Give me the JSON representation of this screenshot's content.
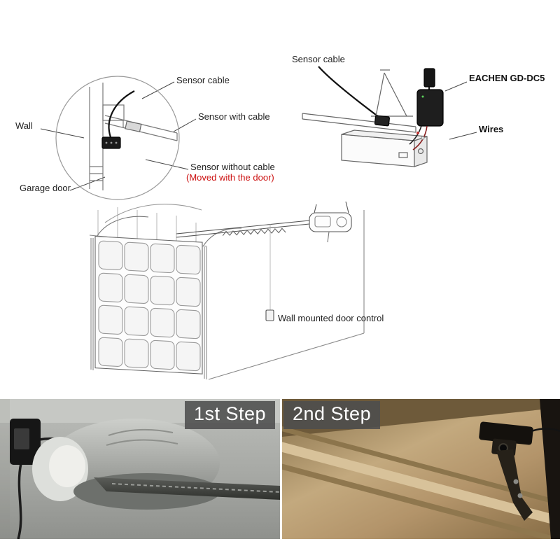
{
  "diagram": {
    "labels": {
      "sensor_cable_left": "Sensor cable",
      "sensor_cable_right": "Sensor cable",
      "device_name": "EACHEN GD-DC5",
      "wires": "Wires",
      "wall": "Wall",
      "sensor_with_cable": "Sensor with cable",
      "sensor_without_cable": "Sensor without cable",
      "moved_note": "(Moved with the door)",
      "garage_door": "Garage door",
      "wall_control": "Wall mounted door control"
    },
    "colors": {
      "line": "#5a5a5a",
      "note_red": "#cc1111",
      "device_black": "#1e1e1e"
    }
  },
  "steps": {
    "step1_label": "1st Step",
    "step2_label": "2nd Step",
    "badge_bg": "rgba(77,77,77,0.88)",
    "badge_text": "#ffffff"
  }
}
